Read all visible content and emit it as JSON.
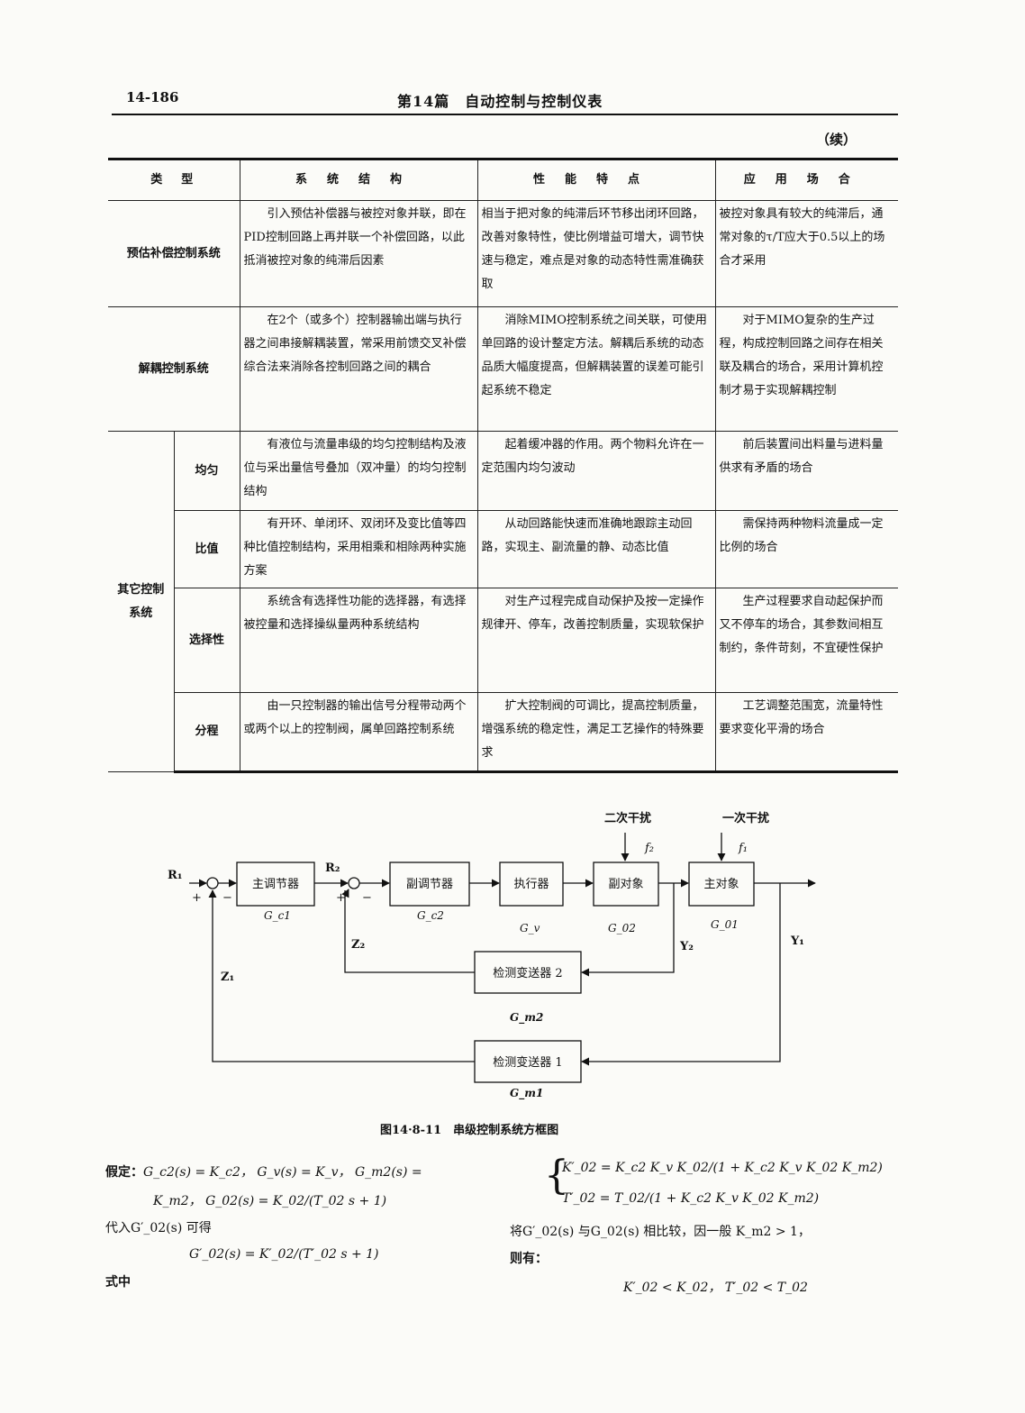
{
  "header": {
    "page_number": "14-186",
    "section_title": "第14篇　自动控制与控制仪表",
    "continued": "（续）"
  },
  "table": {
    "headers": [
      "类　型",
      "系统结构",
      "性能特点",
      "应用场合"
    ],
    "rows": [
      {
        "type": "预估补偿控制系统",
        "structure": "引入预估补偿器与被控对象并联，即在PID控制回路上再并联一个补偿回路，以此抵消被控对象的纯滞后因素",
        "features": "相当于把对象的纯滞后环节移出闭环回路，改善对象特性，使比例增益可增大，调节快速与稳定，难点是对象的动态特性需准确获取",
        "applications": "被控对象具有较大的纯滞后，通常对象的τ/T应大于0.5以上的场合才采用"
      },
      {
        "type": "解耦控制系统",
        "structure": "在2个（或多个）控制器输出端与执行器之间串接解耦装置，常采用前馈交叉补偿综合法来消除各控制回路之间的耦合",
        "features": "消除MIMO控制系统之间关联，可使用单回路的设计整定方法。解耦后系统的动态品质大幅度提高，但解耦装置的误差可能引起系统不稳定",
        "applications": "对于MIMO复杂的生产过程，构成控制回路之间存在相关联及耦合的场合，采用计算机控制才易于实现解耦控制"
      }
    ],
    "group_label": "其它控制系统",
    "group_rows": [
      {
        "sub": "均匀",
        "structure": "有液位与流量串级的均匀控制结构及液位与采出量信号叠加（双冲量）的均匀控制结构",
        "features": "起着缓冲器的作用。两个物料允许在一定范围内均匀波动",
        "applications": "前后装置间出料量与进料量供求有矛盾的场合"
      },
      {
        "sub": "比值",
        "structure": "有开环、单闭环、双闭环及变比值等四种比值控制结构，采用相乘和相除两种实施方案",
        "features": "从动回路能快速而准确地跟踪主动回路，实现主、副流量的静、动态比值",
        "applications": "需保持两种物料流量成一定比例的场合"
      },
      {
        "sub": "选择性",
        "structure": "系统含有选择性功能的选择器，有选择被控量和选择操纵量两种系统结构",
        "features": "对生产过程完成自动保护及按一定操作规律开、停车，改善控制质量，实现软保护",
        "applications": "生产过程要求自动起保护而又不停车的场合，其参数间相互制约，条件苛刻，不宜硬性保护"
      },
      {
        "sub": "分程",
        "structure": "由一只控制器的输出信号分程带动两个或两个以上的控制阀，属单回路控制系统",
        "features": "扩大控制阀的可调比，提高控制质量，增强系统的稳定性，满足工艺操作的特殊要求",
        "applications": "工艺调整范围宽，流量特性要求变化平滑的场合"
      }
    ]
  },
  "diagram": {
    "disturbance_2": "二次干扰",
    "disturbance_1": "一次干扰",
    "f2": "f₂",
    "f1": "f₁",
    "R1": "R₁",
    "R2": "R₂",
    "main_controller": "主调节器",
    "sub_controller": "副调节器",
    "actuator": "执行器",
    "sub_object": "副对象",
    "main_object": "主对象",
    "Gc1": "G_c1",
    "Gc2": "G_c2",
    "Gv": "G_v",
    "G02": "G_02",
    "G01": "G_01",
    "Y2": "Y₂",
    "Y1": "Y₁",
    "Z2": "Z₂",
    "Z1": "Z₁",
    "transmitter_2": "检测变送器 2",
    "transmitter_1": "检测变送器 1",
    "Gm2": "G_m2",
    "Gm1": "G_m1",
    "plus": "+",
    "minus": "−"
  },
  "caption": "图14·8-11　串级控制系统方框图",
  "equations": {
    "assume_label": "假定：",
    "assume_line1": "G_c2(s) = K_c2，  G_v(s) = K_v，  G_m2(s) =",
    "assume_line2": "K_m2，  G_02(s) = K_02/(T_02 s + 1)",
    "substitute": "代入G′_02(s) 可得",
    "result": "G′_02(s) = K′_02/(T′_02 s + 1)",
    "where": "式中",
    "k_eq": "K′_02 = K_c2 K_v K_02/(1 + K_c2 K_v K_02 K_m2)",
    "t_eq": "T′_02 = T_02/(1 + K_c2 K_v K_02 K_m2)",
    "compare": "将G′_02(s) 与G_02(s) 相比较，因一般 K_m2 > 1，",
    "then": "则有：",
    "conclusion": "K′_02 < K_02，  T′_02 < T_02"
  }
}
